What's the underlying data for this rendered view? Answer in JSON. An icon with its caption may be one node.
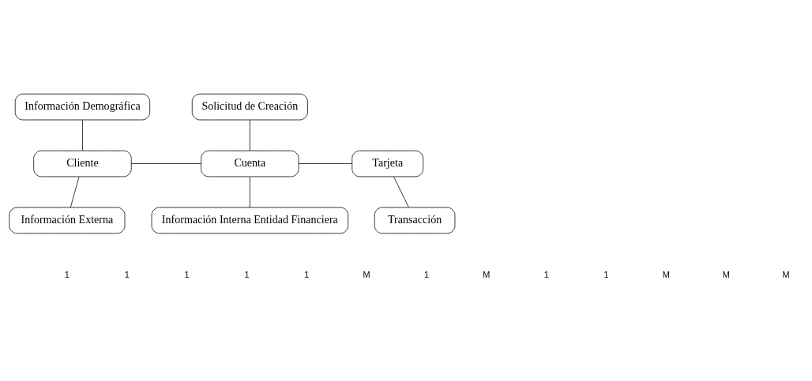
{
  "diagram": {
    "nodes": [
      {
        "text": [
          "Información Demográfica"
        ]
      },
      {
        "text": [
          "Solicitud de Creación"
        ]
      },
      {
        "text": [
          "Cliente"
        ]
      },
      {
        "text": [
          "Cuenta"
        ]
      },
      {
        "text": [
          "Tarjeta"
        ]
      },
      {
        "text": [
          "Información Externa"
        ]
      },
      {
        "text": [
          "Información Interna Entidad Financiera"
        ]
      },
      {
        "text": [
          "Transacción"
        ]
      }
    ],
    "edges": [
      {
        "from": 0,
        "to": 2,
        "arrow": "none"
      },
      {
        "from": 1,
        "to": 3,
        "arrow": "none"
      },
      {
        "from": 2,
        "to": 3,
        "arrow": "none"
      },
      {
        "from": 3,
        "to": 4,
        "arrow": "none"
      },
      {
        "from": 2,
        "to": 5,
        "arrow": "none"
      },
      {
        "from": 3,
        "to": 6,
        "arrow": "none"
      },
      {
        "from": 4,
        "to": 7,
        "arrow": "none"
      }
    ],
    "labels": [
      "1",
      "1",
      "1",
      "1",
      "1",
      "M",
      "1",
      "M",
      "1",
      "1",
      "M",
      "M",
      "M"
    ]
  }
}
